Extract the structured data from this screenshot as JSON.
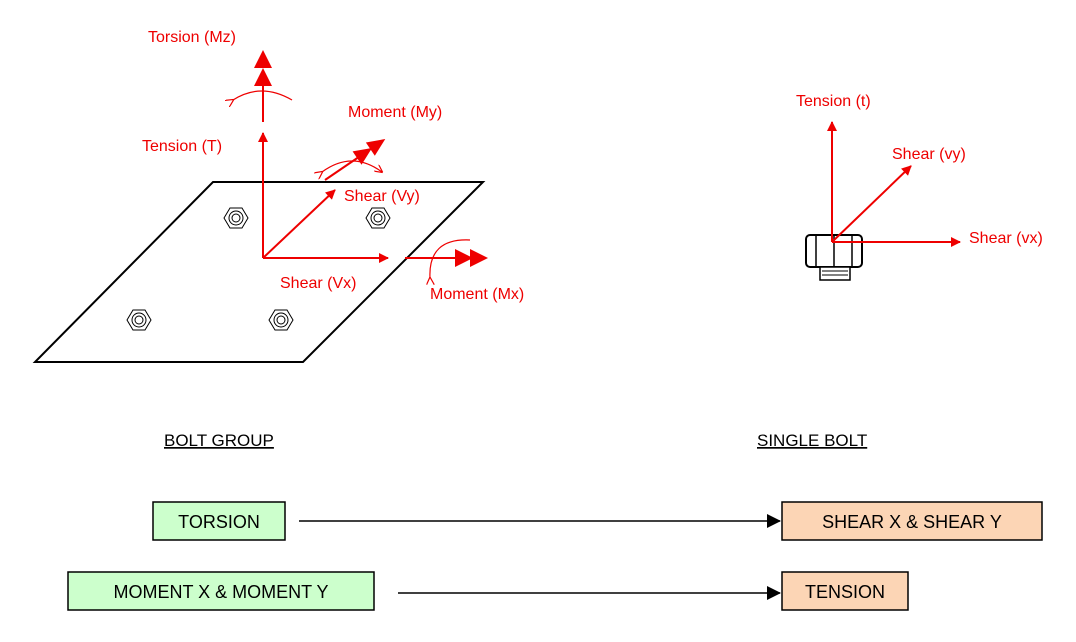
{
  "bolt_group": {
    "heading": "BOLT GROUP",
    "labels": {
      "torsion": "Torsion (Mz)",
      "tension": "Tension (T)",
      "moment_y": "Moment (My)",
      "shear_y": "Shear (Vy)",
      "shear_x": "Shear (Vx)",
      "moment_x": "Moment (Mx)"
    }
  },
  "single_bolt": {
    "heading": "SINGLE BOLT",
    "labels": {
      "tension": "Tension (t)",
      "shear_y": "Shear (vy)",
      "shear_x": "Shear (vx)"
    }
  },
  "mappings": [
    {
      "from": "TORSION",
      "to": "SHEAR X & SHEAR Y"
    },
    {
      "from": "MOMENT X & MOMENT Y",
      "to": "TENSION"
    }
  ],
  "colors": {
    "force_arrow": "#ee0000",
    "group_box_fill": "#ccffcc",
    "bolt_box_fill": "#fcd5b5",
    "outline": "#000000"
  },
  "icons": [
    "hex-nut-icon",
    "bolt-icon"
  ]
}
